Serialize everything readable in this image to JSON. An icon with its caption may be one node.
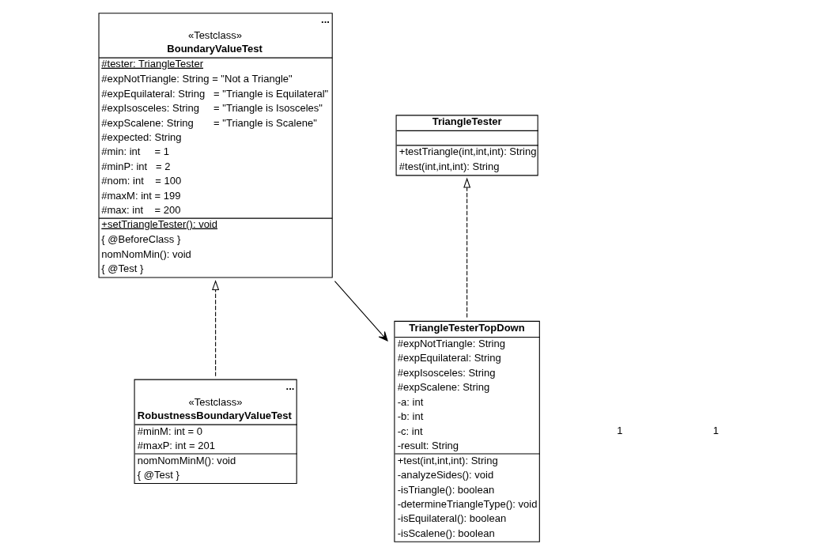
{
  "diagram": {
    "nodes": [
      {
        "text": [
          "...",
          "«Testclass»",
          "BoundaryValueTest",
          "#tester: TriangleTester",
          "#expNotTriangle: String = \"Not a Triangle\"",
          "#expEquilateral: String   = \"Triangle is Equilateral\"",
          "#expIsosceles: String     = \"Triangle is Isosceles\"",
          "#expScalene: String       = \"Triangle is Scalene\"",
          "#expected: String",
          "#min: int     = 1",
          "#minP: int   = 2",
          "#nom: int    = 100",
          "#maxM: int = 199",
          "#max: int    = 200",
          "+setTriangleTester(): void",
          "{ @BeforeClass }",
          "nomNomMin(): void",
          "{ @Test }"
        ]
      },
      {
        "text": [
          "TriangleTester",
          "+testTriangle(int,int,int): String",
          "#test(int,int,int): String"
        ]
      },
      {
        "text": [
          "TriangleTesterTopDown",
          "#expNotTriangle: String",
          "#expEquilateral: String",
          "#expIsosceles: String",
          "#expScalene: String",
          "-a: int",
          "-b: int",
          "-c: int",
          "-result: String",
          "+test(int,int,int): String",
          "-analyzeSides(): void",
          "-isTriangle(): boolean",
          "-determineTriangleType(): void",
          "-isEquilateral(): boolean",
          "-isScalene(): boolean"
        ]
      },
      {
        "text": [
          "...",
          "«Testclass»",
          "RobustnessBoundaryValueTest",
          "#minM: int = 0",
          "#maxP: int = 201",
          "nomNomMinM(): void",
          "{ @Test }"
        ]
      }
    ],
    "edges": [
      {
        "from": 3,
        "to": 0,
        "arrow": "to",
        "style": "dashed"
      },
      {
        "from": 2,
        "to": 1,
        "arrow": "to",
        "style": "dashed"
      },
      {
        "from": 0,
        "to": 2,
        "arrow": "to"
      }
    ],
    "labels": [
      "1",
      "1"
    ]
  }
}
